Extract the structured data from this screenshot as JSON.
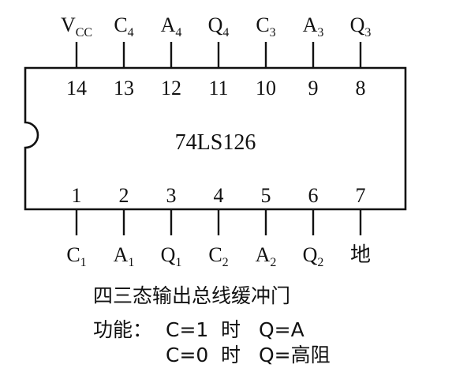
{
  "chip": {
    "part_number": "74LS126",
    "pins": [
      {
        "number": "1",
        "label": "C",
        "sub": "1"
      },
      {
        "number": "2",
        "label": "A",
        "sub": "1"
      },
      {
        "number": "3",
        "label": "Q",
        "sub": "1"
      },
      {
        "number": "4",
        "label": "C",
        "sub": "2"
      },
      {
        "number": "5",
        "label": "A",
        "sub": "2"
      },
      {
        "number": "6",
        "label": "Q",
        "sub": "2"
      },
      {
        "number": "7",
        "label": "地",
        "sub": ""
      },
      {
        "number": "8",
        "label": "Q",
        "sub": "3"
      },
      {
        "number": "9",
        "label": "A",
        "sub": "3"
      },
      {
        "number": "10",
        "label": "C",
        "sub": "3"
      },
      {
        "number": "11",
        "label": "Q",
        "sub": "4"
      },
      {
        "number": "12",
        "label": "A",
        "sub": "4"
      },
      {
        "number": "13",
        "label": "C",
        "sub": "4"
      },
      {
        "number": "14",
        "label": "V",
        "sub": "CC"
      }
    ]
  },
  "caption": {
    "title": "四三态输出总线缓冲门",
    "function_label": "功能：",
    "row1_condition": "C=1",
    "row1_when": "时",
    "row1_result": "Q=A",
    "row2_condition": "C=0",
    "row2_when": "时",
    "row2_result": "Q=高阻"
  },
  "colors": {
    "ink": "#111111",
    "background": "#ffffff"
  }
}
